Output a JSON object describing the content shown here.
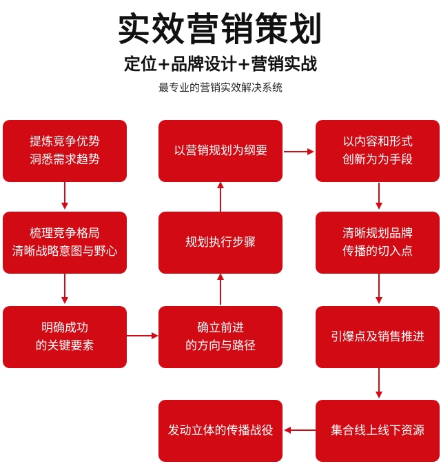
{
  "header": {
    "title": "实效营销策划",
    "subtitle": "定位+品牌设计+营销实战",
    "tagline": "最专业的营销实效解决系统"
  },
  "colors": {
    "box": "#d10a14",
    "arrow": "#d10a14",
    "text": "#111111"
  },
  "flow": {
    "boxes": [
      {
        "id": "b1",
        "text": "提炼竞争优势\n洞悉需求趋势"
      },
      {
        "id": "b2",
        "text": "梳理竞争格局\n清晰战略意图与野心"
      },
      {
        "id": "b3",
        "text": "明确成功\n的关键要素"
      },
      {
        "id": "b4",
        "text": "确立前进\n的方向与路径"
      },
      {
        "id": "b5",
        "text": "规划执行步骤"
      },
      {
        "id": "b6",
        "text": "以营销规划为纲要"
      },
      {
        "id": "b7",
        "text": "以内容和形式\n创新为为手段"
      },
      {
        "id": "b8",
        "text": "清晰规划品牌\n传播的切入点"
      },
      {
        "id": "b9",
        "text": "引爆点及销售推进"
      },
      {
        "id": "b10",
        "text": "集合线上线下资源"
      },
      {
        "id": "b11",
        "text": "发动立体的传播战役"
      }
    ]
  }
}
